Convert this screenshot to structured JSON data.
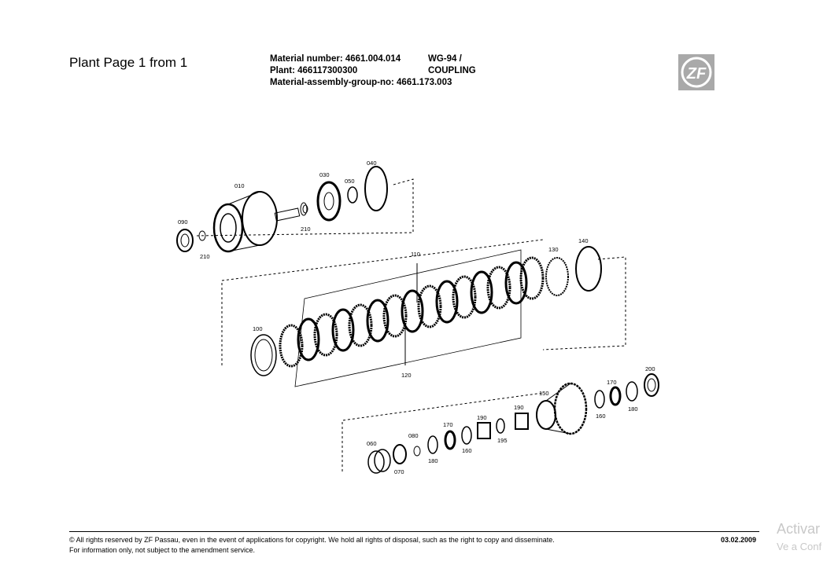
{
  "header": {
    "page_title": "Plant Page 1 from 1",
    "material_number": "Material number: 4661.004.014",
    "plant": "Plant: 466117300300",
    "assembly_group": "Material-assembly-group-no: 4661.173.003",
    "model": "WG-94 /",
    "description": "COUPLING"
  },
  "logo": {
    "text": "ZF",
    "color": "#a9a9a9"
  },
  "diagram": {
    "labels": [
      "010",
      "030",
      "040",
      "050",
      "090",
      "210",
      "210",
      "110",
      "130",
      "140",
      "100",
      "120",
      "150",
      "170",
      "180",
      "160",
      "200",
      "060",
      "070",
      "080",
      "180",
      "170",
      "160",
      "190",
      "195",
      "190"
    ]
  },
  "footer": {
    "copyright": "© All rights reserved by ZF Passau, even in the event of applications for copyright. We hold all rights of disposal, such as the right to copy and disseminate.",
    "note": "For information only, not subject to the amendment service.",
    "date": "03.02.2009"
  },
  "watermark": {
    "line1": "Activar",
    "line2": "Ve a Conf"
  }
}
